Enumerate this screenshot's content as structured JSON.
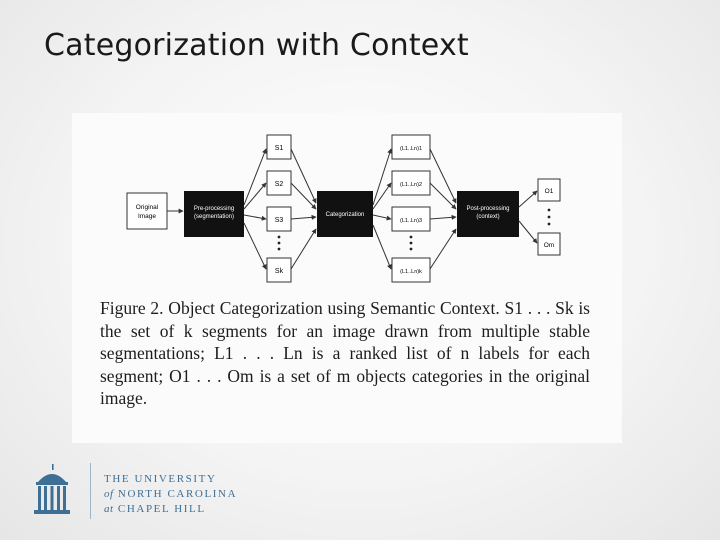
{
  "slide": {
    "title": "Categorization with Context"
  },
  "diagram": {
    "input_label_1": "Original",
    "input_label_2": "Image",
    "preprocess_label_1": "Pre-processing",
    "preprocess_label_2": "(segmentation)",
    "categorization_label": "Categorization",
    "postprocess_label_1": "Post-processing",
    "postprocess_label_2": "(context)",
    "segments": [
      "S1",
      "S2",
      "S3",
      "Sk"
    ],
    "label_lists": [
      "(L1..Ln)1",
      "(L1..Ln)2",
      "(L1..Ln)3",
      "(L1..Ln)k"
    ],
    "outputs": [
      "O1",
      "Om"
    ]
  },
  "caption": {
    "text": "Figure 2. Object Categorization using Semantic Context. S1 . . . Sk is the set of k segments for an image drawn from multiple stable segmentations; L1 . . . Ln is a ranked list of n labels for each segment; O1 . . . Om is a set of m objects categories in the original image."
  },
  "logo": {
    "line1": "THE UNIVERSITY",
    "line2_prefix": "of",
    "line2_main": "NORTH CAROLINA",
    "line3_prefix": "at",
    "line3_main": "CHAPEL HILL"
  }
}
